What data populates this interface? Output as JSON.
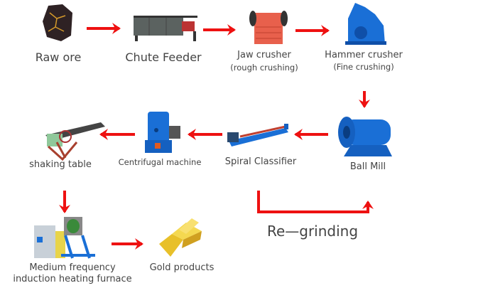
{
  "colors": {
    "arrow": "#ee1111",
    "machine_blue": "#1a6fd6",
    "machine_red": "#e8604c",
    "gold": "#e8c02a"
  },
  "nodes": {
    "raw_ore": {
      "label": "Raw ore"
    },
    "chute_feeder": {
      "label": "Chute Feeder"
    },
    "jaw_crusher": {
      "label": "Jaw crusher",
      "sub": "(rough crushing)"
    },
    "hammer_crusher": {
      "label": "Hammer crusher",
      "sub": "(Fine crushing)"
    },
    "ball_mill": {
      "label": "Ball Mill"
    },
    "spiral_classifier": {
      "label": "Spiral Classifier"
    },
    "centrifugal_machine": {
      "label": "Centrifugal machine"
    },
    "shaking_table": {
      "label": "shaking table"
    },
    "furnace": {
      "label": "Medium frequency",
      "sub": "induction heating furnace"
    },
    "gold_products": {
      "label": "Gold products"
    }
  },
  "regrinding": {
    "label": "Re—grinding"
  }
}
